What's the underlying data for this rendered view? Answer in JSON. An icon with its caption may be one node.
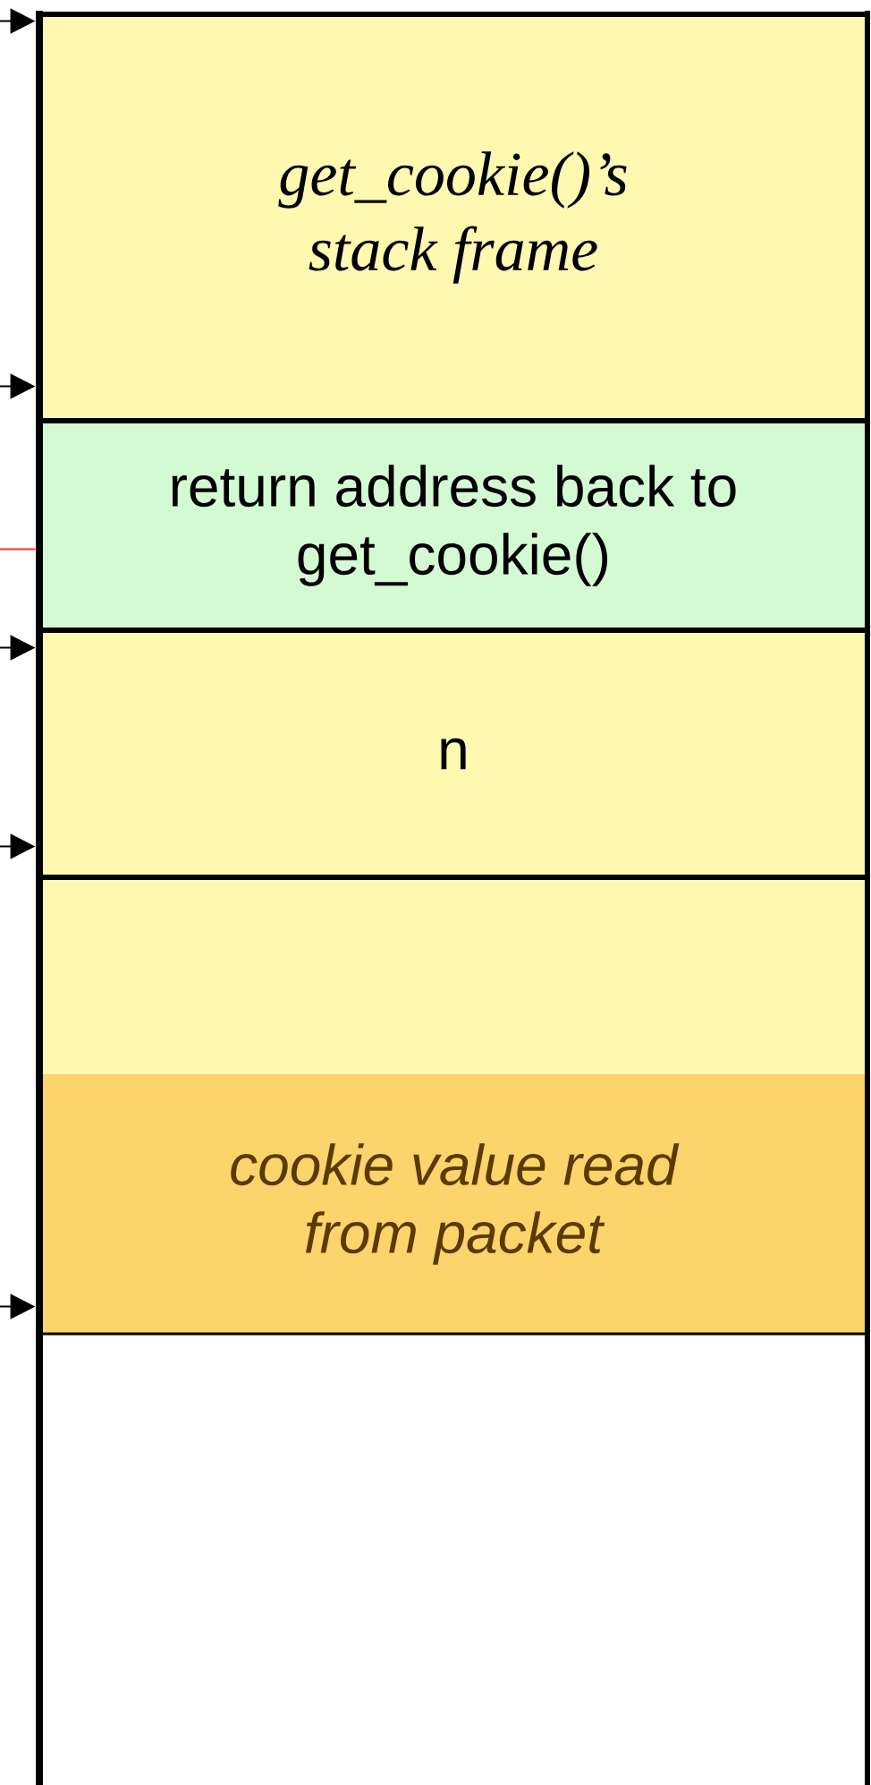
{
  "diagram": {
    "nodes": [
      {
        "text": [
          "get_cookie()’s stack frame"
        ]
      },
      {
        "text": [
          "return address back to get_cookie()"
        ]
      },
      {
        "text": [
          "n"
        ]
      },
      {
        "text": [],
        "shape": "box"
      },
      {
        "text": [
          "cookie value read from packet"
        ]
      }
    ],
    "edges": [
      {
        "from": null,
        "to": 0,
        "arrow": "to"
      },
      {
        "from": null,
        "to": 0,
        "arrow": "to"
      },
      {
        "from": null,
        "to": 2,
        "arrow": "to"
      },
      {
        "from": null,
        "to": 2,
        "arrow": "to"
      },
      {
        "from": null,
        "to": 4,
        "arrow": "to"
      },
      {
        "from": null,
        "to": 1,
        "arrow": "none",
        "color": "#e8401c"
      }
    ]
  }
}
